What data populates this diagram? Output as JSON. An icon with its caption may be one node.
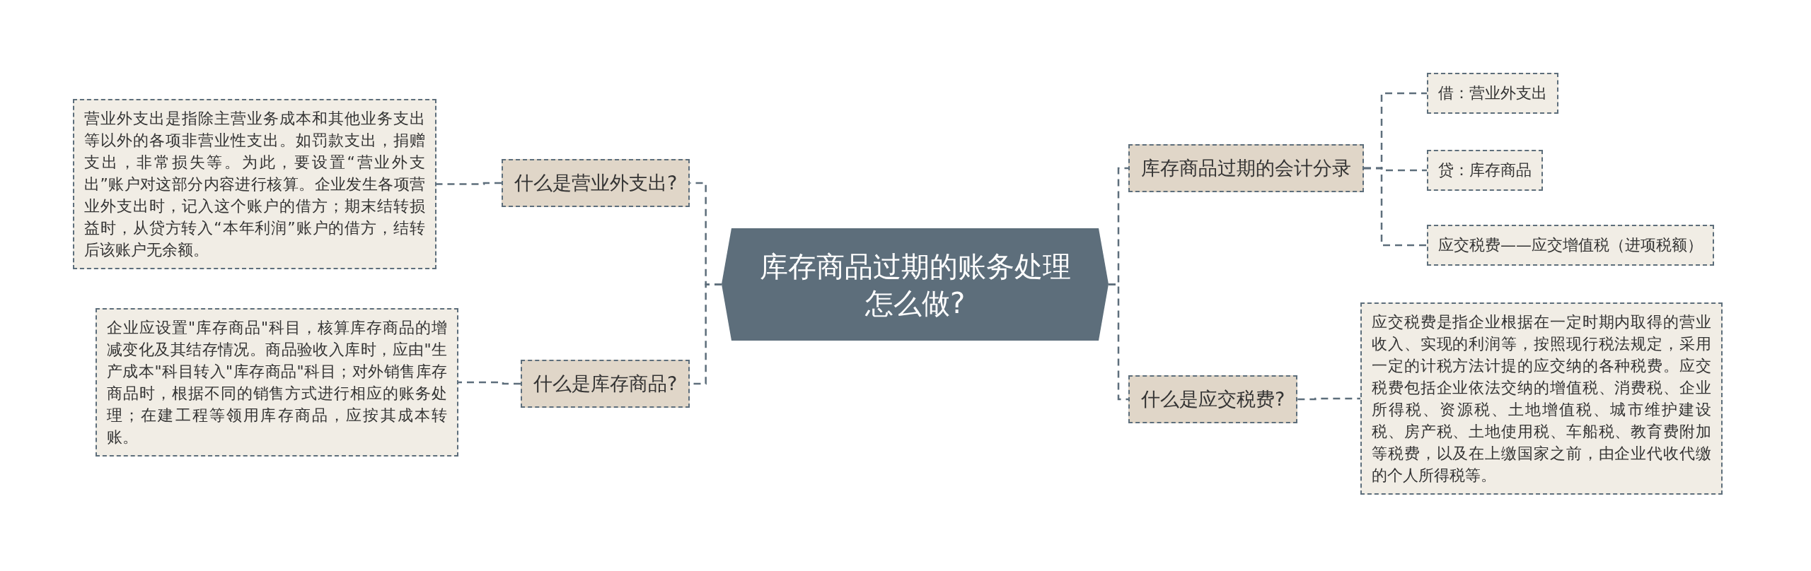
{
  "diagram": {
    "nodes": [
      {
        "text": [
          "库存商品过期的账务处理怎么做?"
        ]
      },
      {
        "text": [
          "什么是营业外支出?"
        ]
      },
      {
        "text": [
          "营业外支出是指除主营业务成本和其他业务支出等以外的各项非营业性支出。如罚款支出，捐赠支出，非常损失等。为此，要设置“营业外支出”账户对这部分内容进行核算。企业发生各项营业外支出时，记入这个账户的借方；期末结转损益时，从贷方转入“本年利润”账户的借方，结转后该账户无余额。"
        ]
      },
      {
        "text": [
          "什么是库存商品?"
        ]
      },
      {
        "text": [
          "企业应设置\"库存商品\"科目，核算库存商品的增减变化及其结存情况。商品验收入库时，应由\"生产成本\"科目转入\"库存商品\"科目；对外销售库存商品时，根据不同的销售方式进行相应的账务处理；在建工程等领用库存商品，应按其成本转账。"
        ]
      },
      {
        "text": [
          "库存商品过期的会计分录"
        ]
      },
      {
        "text": [
          "借：营业外支出"
        ]
      },
      {
        "text": [
          "贷：库存商品"
        ]
      },
      {
        "text": [
          "应交税费——应交增值税（进项税额）"
        ]
      },
      {
        "text": [
          "什么是应交税费?"
        ]
      },
      {
        "text": [
          "应交税费是指企业根据在一定时期内取得的营业收入、实现的利润等，按照现行税法规定，采用一定的计税方法计提的应交纳的各种税费。应交税费包括企业依法交纳的增值税、消费税、企业所得税、资源税、土地增值税、城市维护建设税、房产税、土地使用税、车船税、教育费附加等税费，以及在上缴国家之前，由企业代收代缴的个人所得税等。"
        ]
      }
    ],
    "edges": [
      {
        "from": 0,
        "to": 1,
        "arrow": "none"
      },
      {
        "from": 0,
        "to": 3,
        "arrow": "none"
      },
      {
        "from": 0,
        "to": 5,
        "arrow": "none"
      },
      {
        "from": 0,
        "to": 9,
        "arrow": "none"
      },
      {
        "from": 1,
        "to": 2,
        "arrow": "none"
      },
      {
        "from": 3,
        "to": 4,
        "arrow": "none"
      },
      {
        "from": 5,
        "to": 6,
        "arrow": "none"
      },
      {
        "from": 5,
        "to": 7,
        "arrow": "none"
      },
      {
        "from": 5,
        "to": 8,
        "arrow": "none"
      },
      {
        "from": 9,
        "to": 10,
        "arrow": "none"
      }
    ]
  }
}
